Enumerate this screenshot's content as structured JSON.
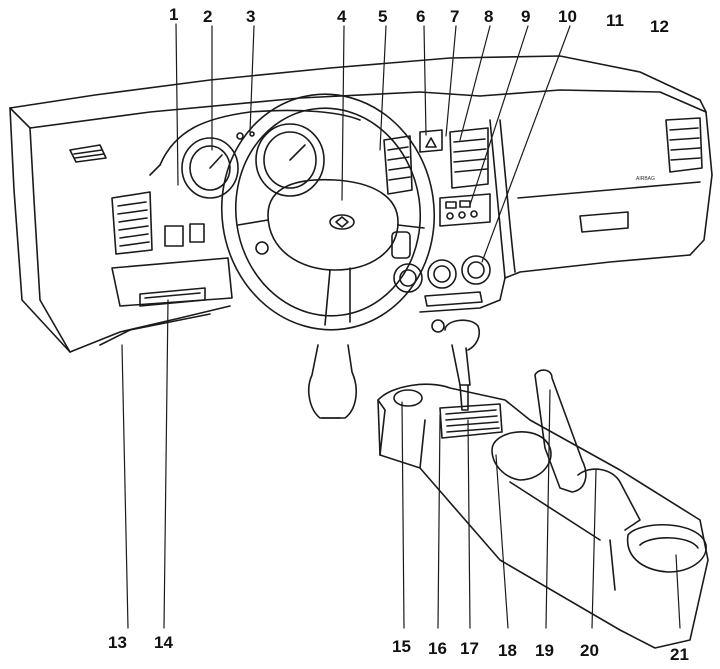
{
  "diagram": {
    "top_labels": [
      "1",
      "2",
      "3",
      "4",
      "5",
      "6",
      "7",
      "8",
      "9",
      "10",
      "11",
      "12"
    ],
    "bottom_labels": [
      "13",
      "14",
      "15",
      "16",
      "17",
      "18",
      "19",
      "20",
      "21"
    ],
    "airbag_mark": "AIRBAG",
    "line_color": "#1a1a1a",
    "background": "#ffffff"
  }
}
